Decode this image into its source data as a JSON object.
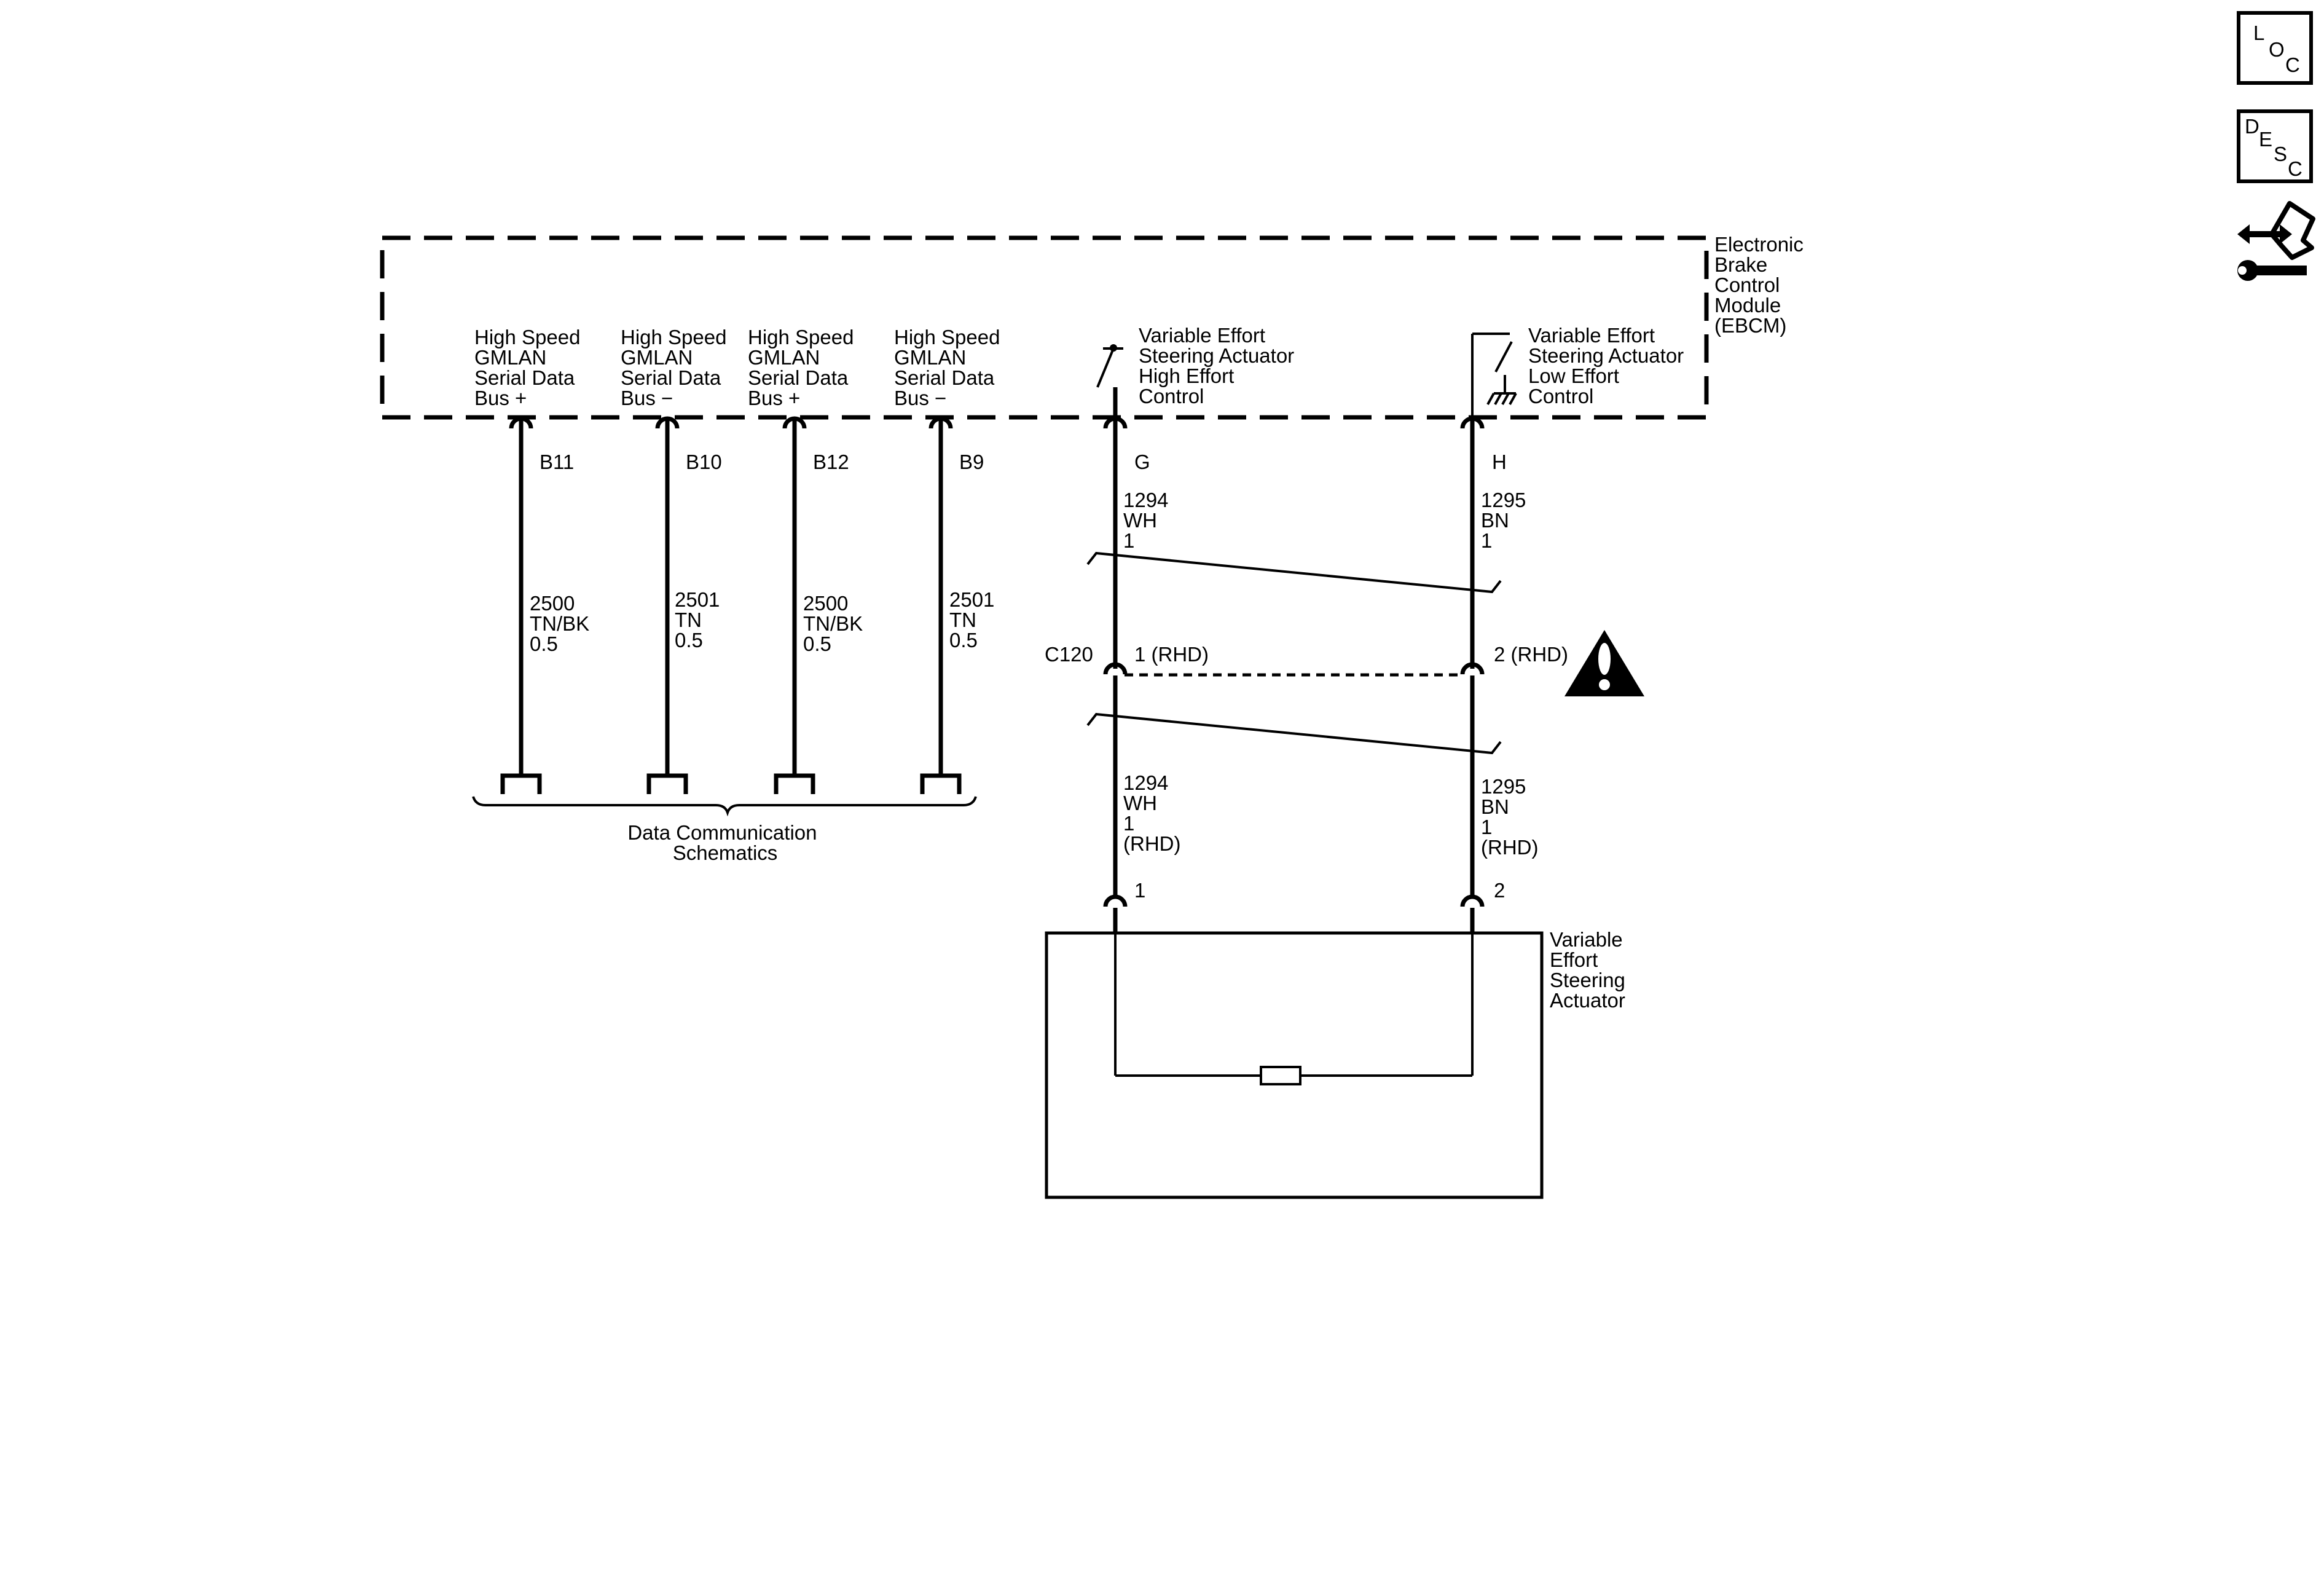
{
  "ebcm": {
    "label": [
      "Electronic",
      "Brake",
      "Control",
      "Module",
      "(EBCM)"
    ],
    "pins": [
      {
        "text": [
          "High Speed",
          "GMLAN",
          "Serial Data",
          "Bus +"
        ],
        "pin": "B11",
        "wire": [
          "2500",
          "TN/BK",
          "0.5"
        ]
      },
      {
        "text": [
          "High Speed",
          "GMLAN",
          "Serial Data",
          "Bus −"
        ],
        "pin": "B10",
        "wire": [
          "2501",
          "TN",
          "0.5"
        ]
      },
      {
        "text": [
          "High Speed",
          "GMLAN",
          "Serial Data",
          "Bus +"
        ],
        "pin": "B12",
        "wire": [
          "2500",
          "TN/BK",
          "0.5"
        ]
      },
      {
        "text": [
          "High Speed",
          "GMLAN",
          "Serial Data",
          "Bus −"
        ],
        "pin": "B9",
        "wire": [
          "2501",
          "TN",
          "0.5"
        ]
      }
    ],
    "high_effort": {
      "text": [
        "Variable Effort",
        "Steering Actuator",
        "High Effort",
        "Control"
      ],
      "pin": "G"
    },
    "low_effort": {
      "text": [
        "Variable Effort",
        "Steering Actuator",
        "Low Effort",
        "Control"
      ],
      "pin": "H"
    }
  },
  "data_comm": [
    "Data Communication",
    "Schematics"
  ],
  "wires": {
    "g_upper": [
      "1294",
      "WH",
      "1"
    ],
    "h_upper": [
      "1295",
      "BN",
      "1"
    ],
    "g_lower": [
      "1294",
      "WH",
      "1",
      "(RHD)"
    ],
    "h_lower": [
      "1295",
      "BN",
      "1",
      "(RHD)"
    ]
  },
  "connector_c120": {
    "name": "C120",
    "pin_left": "1 (RHD)",
    "pin_right": "2 (RHD)"
  },
  "actuator": {
    "label": [
      "Variable",
      "Effort",
      "Steering",
      "Actuator"
    ],
    "pin_left": "1",
    "pin_right": "2"
  },
  "side_icons": {
    "loc": [
      "L",
      "O",
      "C"
    ],
    "desc": [
      "D",
      "E",
      "S",
      "C"
    ],
    "tool": "connector-repair-icon"
  }
}
